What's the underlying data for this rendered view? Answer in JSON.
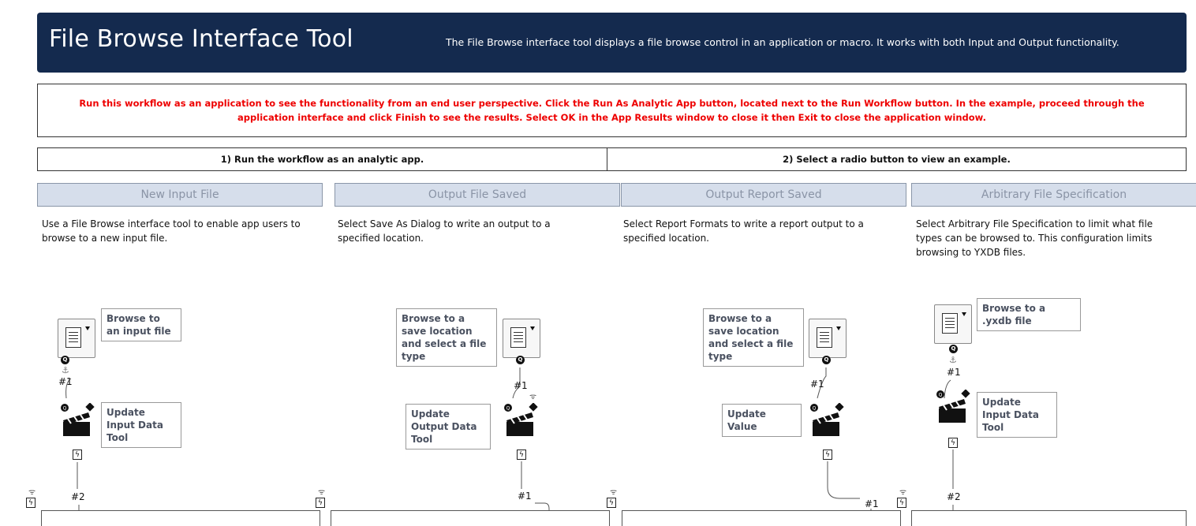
{
  "header": {
    "title": "File Browse Interface Tool",
    "description": "The File Browse interface tool displays a file browse control in an application or macro. It works with both Input and Output functionality."
  },
  "instructions": "Run this workflow as an application to see the functionality from an end user perspective. Click the Run As Analytic App button, located next to the Run Workflow button. In the example, proceed through the application interface and click Finish to see the results. Select OK in the App Results window to close it then Exit to close the application window.",
  "steps": [
    "1) Run the workflow as an analytic app.",
    "2) Select a radio button to view an example."
  ],
  "examples": [
    {
      "radio_label": "New Input File",
      "description": "Use a File Browse interface tool to enable app users to browse to a new input file.",
      "file_browse_note": "Browse to an input file",
      "action_note": "Update Input Data Tool",
      "connector_top": "#1",
      "connector_bottom": "#2"
    },
    {
      "radio_label": "Output File Saved",
      "description": "Select Save As Dialog to write an output to a specified location.",
      "file_browse_note": "Browse to a save location and select a file type",
      "action_note": "Update Output Data Tool",
      "connector_top": "#1",
      "connector_bottom": "#1"
    },
    {
      "radio_label": "Output Report Saved",
      "description": "Select Report Formats to write a report output to a specified location.",
      "file_browse_note": "Browse to a save location and select a file type",
      "action_note": "Update Value",
      "connector_top": "#1",
      "connector_bottom": "#1"
    },
    {
      "radio_label": "Arbitrary File Specification",
      "description": "Select Arbitrary File Specification to limit what file types can be browsed to. This configuration limits browsing to YXDB files.",
      "file_browse_note": "Browse to a .yxdb file",
      "action_note": "Update Input Data Tool",
      "connector_top": "#1",
      "connector_bottom": "#2"
    }
  ],
  "icons": {
    "file_browse": "file-browse-icon",
    "action": "action-clapperboard-icon",
    "question_anchor": "question-anchor-icon",
    "lightning_anchor": "lightning-anchor-icon",
    "wireless": "wireless-icon"
  },
  "colors": {
    "banner_bg": "#142a4e",
    "instruction_text": "#ee0000",
    "radio_bg": "#d6deeb",
    "radio_text": "#8a94a6"
  }
}
